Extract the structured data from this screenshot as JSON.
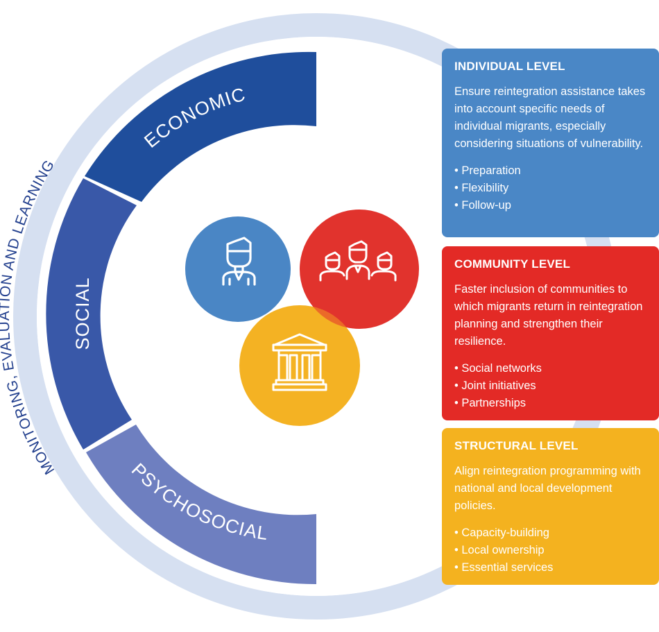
{
  "ring_label": "MONITORING, EVALUATION AND LEARNING",
  "segments": {
    "economic": "ECONOMIC",
    "social": "SOCIAL",
    "psychosocial": "PSYCHOSOCIAL"
  },
  "icons": {
    "individual": "person-icon",
    "community": "group-icon",
    "structural": "institution-building-icon"
  },
  "cards": {
    "individual": {
      "title": "INDIVIDUAL LEVEL",
      "text": "Ensure reintegration assistance takes into account specific needs of individual migrants, especially considering situations of vulnerability.",
      "items": [
        "Preparation",
        "Flexibility",
        "Follow-up"
      ]
    },
    "community": {
      "title": "COMMUNITY LEVEL",
      "text": "Faster inclusion of communities to which migrants return in reintegration planning and strengthen their resilience.",
      "items": [
        "Social networks",
        "Joint initiatives",
        "Partnerships"
      ]
    },
    "structural": {
      "title": "STRUCTURAL LEVEL",
      "text": "Align reintegration programming with national and local development policies.",
      "items": [
        "Capacity-building",
        "Local ownership",
        "Essential services"
      ]
    }
  },
  "colors": {
    "ring": "#d6e0f1",
    "economic": "#1f4e9c",
    "social": "#3958a8",
    "psychosocial": "#6e7fc0",
    "individual": "#4a86c5",
    "community": "#e1332d",
    "structural": "#f4b223",
    "overlap_individual_community": "#6a2d8c",
    "overlap_individual_structural": "#1f9a5a",
    "overlap_community_structural": "#eb6a28",
    "card_individual": "#4a87c6",
    "card_community": "#e32a26",
    "card_structural": "#f4b21f"
  }
}
